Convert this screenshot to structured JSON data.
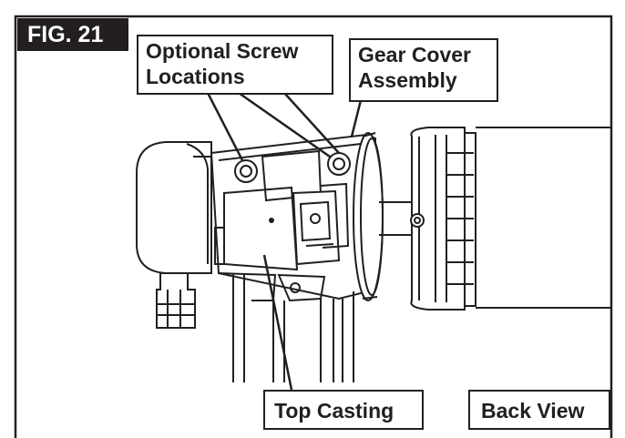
{
  "figure_tag": "FIG. 21",
  "callouts": {
    "screw_line1": "Optional Screw",
    "screw_line2": "Locations",
    "gear_line1": "Gear Cover",
    "gear_line2": "Assembly",
    "top_casting": "Top Casting",
    "view_label": "Back View"
  }
}
